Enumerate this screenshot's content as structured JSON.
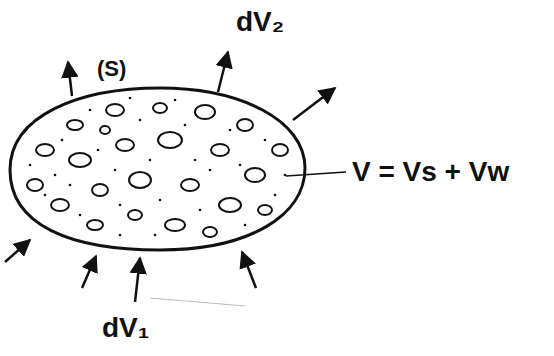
{
  "diagram": {
    "labels": [
      "dV₂",
      "(S)",
      "V = Vs + Vw",
      "dV₁"
    ]
  }
}
